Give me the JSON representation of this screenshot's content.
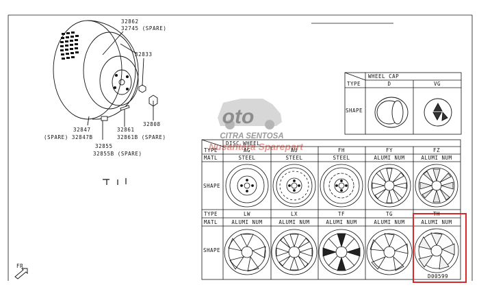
{
  "logo": {
    "brand": "oto",
    "line1": "CITRA SENTOSA",
    "line2": "Nusantara Sparepart"
  },
  "parts": {
    "p32862": "32862",
    "p32745": "32745 (SPARE)",
    "p32833": "32833",
    "p32808": "32808",
    "p32861": "32861",
    "p32861b": "32861B (SPARE)",
    "p32847": "32847",
    "p32847b": "(SPARE) 32847B",
    "p32855": "32855",
    "p32855b": "32855B (SPARE)"
  },
  "fr_label": "FR",
  "drawing_no": "D00599",
  "wheel_cap": {
    "title": "WHEEL CAP",
    "type_label": "TYPE",
    "shape_label": "SHAPE",
    "types": [
      "D",
      "VG"
    ]
  },
  "disc_wheel": {
    "title": "DISC WHEEL",
    "type_label": "TYPE",
    "matl_label": "MATL",
    "shape_label": "SHAPE",
    "row1": [
      {
        "type": "AG",
        "matl": "STEEL"
      },
      {
        "type": "AU",
        "matl": "STEEL"
      },
      {
        "type": "FH",
        "matl": "STEEL"
      },
      {
        "type": "FY",
        "matl": "ALUMI NUM"
      },
      {
        "type": "FZ",
        "matl": "ALUMI NUM"
      }
    ],
    "row2": [
      {
        "type": "LW",
        "matl": "ALUMI NUM"
      },
      {
        "type": "LX",
        "matl": "ALUMI NUM"
      },
      {
        "type": "TF",
        "matl": "ALUMI NUM"
      },
      {
        "type": "TG",
        "matl": "ALUMI NUM"
      },
      {
        "type": "TH",
        "matl": "ALUMI NUM"
      }
    ]
  },
  "highlight_color": "#d8262b"
}
